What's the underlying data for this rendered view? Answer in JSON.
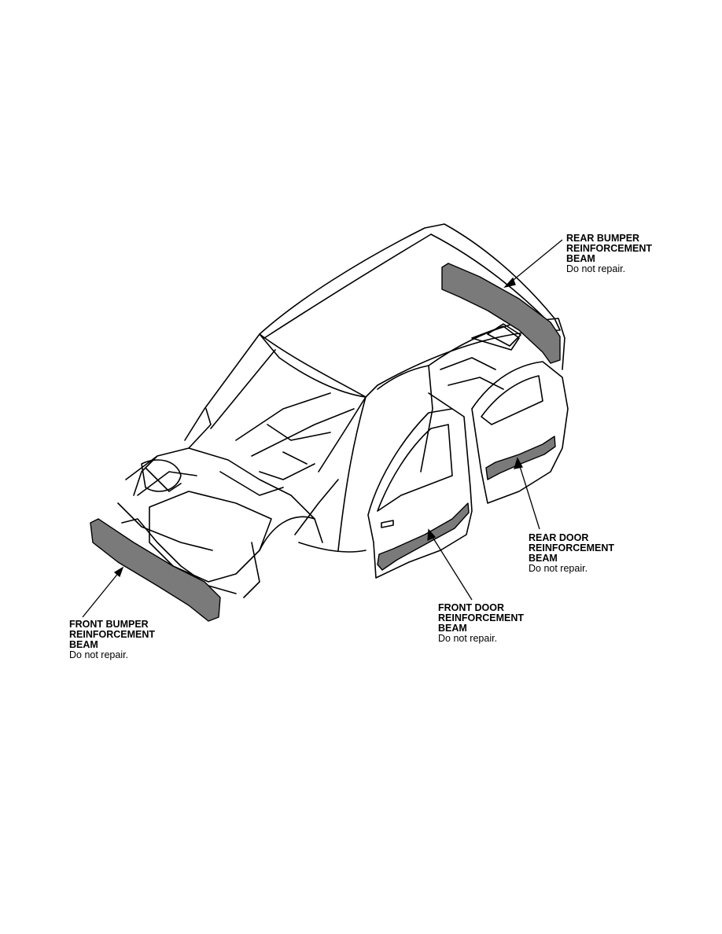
{
  "callouts": {
    "rear_bumper": {
      "name": "REAR BUMPER\nREINFORCEMENT\nBEAM",
      "note": "Do not repair."
    },
    "rear_door": {
      "name": "REAR DOOR\nREINFORCEMENT\nBEAM",
      "note": "Do not repair."
    },
    "front_door": {
      "name": "FRONT DOOR\nREINFORCEMENT\nBEAM",
      "note": "Do not repair."
    },
    "front_bumper": {
      "name": "FRONT BUMPER\nREINFORCEMENT\nBEAM",
      "note": "Do not repair."
    }
  },
  "colors": {
    "line": "#000000",
    "beam_fill": "#7a7a7a",
    "background": "#ffffff"
  }
}
